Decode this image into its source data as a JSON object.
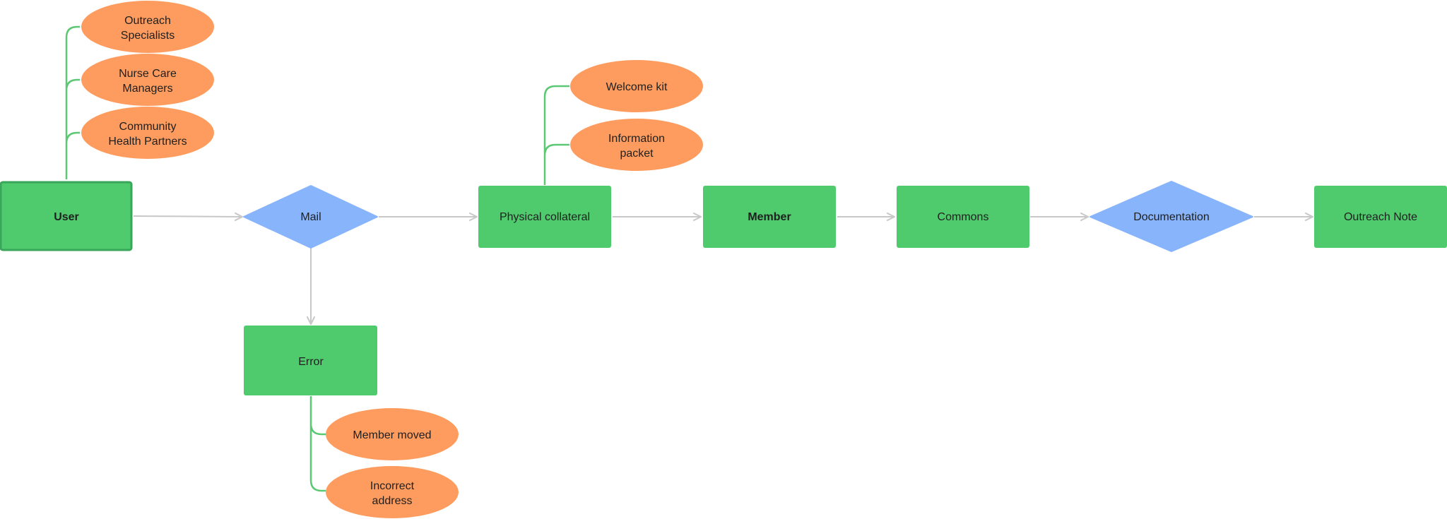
{
  "colors": {
    "rect": "#4fcb6e",
    "rect_border": "#3aa65a",
    "diamond": "#87b4fb",
    "ellipse": "#fd9c5e",
    "arrow": "#c8c8c8",
    "branch": "#5cc873"
  },
  "nodes": {
    "user": "User",
    "mail": "Mail",
    "physical_collateral": "Physical collateral",
    "member": "Member",
    "commons": "Commons",
    "documentation": "Documentation",
    "outreach_note": "Outreach Note",
    "error": "Error"
  },
  "user_roles": [
    [
      "Outreach",
      "Specialists"
    ],
    [
      "Nurse Care",
      "Managers"
    ],
    [
      "Community",
      "Health Partners"
    ]
  ],
  "collateral_items": [
    [
      "Welcome kit"
    ],
    [
      "Information",
      "packet"
    ]
  ],
  "error_reasons": [
    [
      "Member moved"
    ],
    [
      "Incorrect",
      "address"
    ]
  ]
}
